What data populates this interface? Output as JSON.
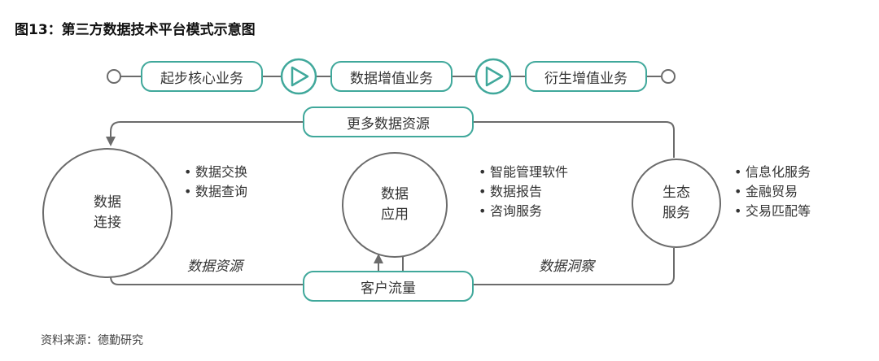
{
  "title": "图13：第三方数据技术平台模式示意图",
  "source": "资料来源：德勤研究",
  "top_flow": {
    "stages": [
      "起步核心业务",
      "数据增值业务",
      "衍生增值业务"
    ]
  },
  "loop": {
    "top_label": "更多数据资源",
    "bottom_label": "客户流量"
  },
  "nodes": [
    {
      "line1": "数据",
      "line2": "连接",
      "bullets": [
        "数据交换",
        "数据查询"
      ],
      "flow_label": "数据资源"
    },
    {
      "line1": "数据",
      "line2": "应用",
      "bullets": [
        "智能管理软件",
        "数据报告",
        "咨询服务"
      ],
      "flow_label": "数据洞察"
    },
    {
      "line1": "生态",
      "line2": "服务",
      "bullets": [
        "信息化服务",
        "金融贸易",
        "交易匹配等"
      ]
    }
  ],
  "colors": {
    "accent": "#40a89b",
    "line": "#6b6b6b"
  }
}
